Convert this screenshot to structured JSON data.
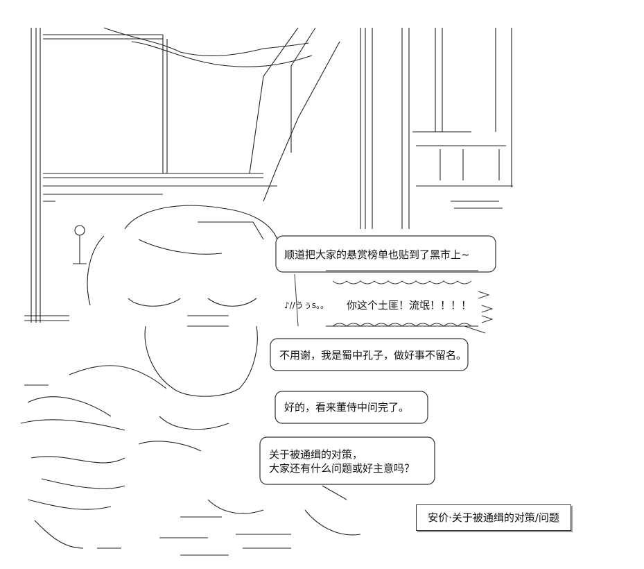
{
  "dialogue": [
    {
      "id": "line1",
      "text": "顺道把大家的悬赏榜单也贴到了黑市上~"
    },
    {
      "id": "line2",
      "text": "你这个土匪！流氓！！！！"
    },
    {
      "id": "line3",
      "text": "不用谢，我是蜀中孔子，做好事不留名。"
    },
    {
      "id": "line4",
      "text": "好的，看来董侍中问完了。"
    },
    {
      "id": "line5a",
      "text": "关于被通缉的对策，"
    },
    {
      "id": "line5b",
      "text": "大家还有什么问题或好主意吗？"
    }
  ],
  "sfx": "♪//うぅs。。",
  "caption": "安价·关于被通缉的对策/问题"
}
